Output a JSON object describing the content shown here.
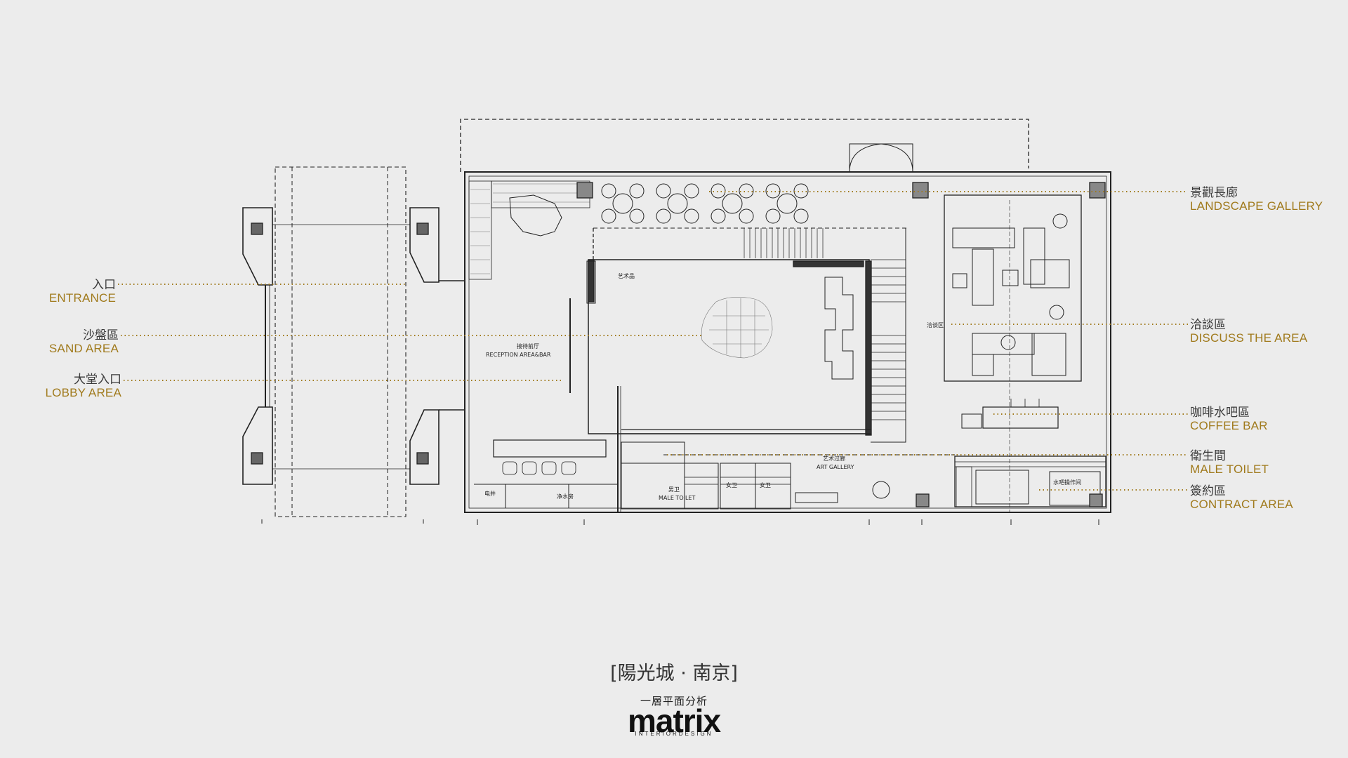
{
  "left_labels": [
    {
      "id": "entrance",
      "cn": "入口",
      "en": "ENTRANCE"
    },
    {
      "id": "sand",
      "cn": "沙盤區",
      "en": "SAND AREA"
    },
    {
      "id": "lobby",
      "cn": "大堂入口",
      "en": "LOBBY AREA"
    }
  ],
  "right_labels": [
    {
      "id": "landscape",
      "cn": "景觀長廊",
      "en": "LANDSCAPE GALLERY"
    },
    {
      "id": "discuss",
      "cn": "洽談區",
      "en": "DISCUSS THE AREA"
    },
    {
      "id": "coffee",
      "cn": "咖啡水吧區",
      "en": "COFFEE BAR"
    },
    {
      "id": "toilet",
      "cn": "衛生間",
      "en": "MALE TOILET"
    },
    {
      "id": "contract",
      "cn": "簽約區",
      "en": "CONTRACT AREA"
    }
  ],
  "rooms": {
    "reception_cn": "接待前厅",
    "reception_en": "RECEPTION AREA&BAR",
    "art_gallery_cn": "艺术过廊",
    "art_gallery_en": "ART GALLERY",
    "male_toilet_cn": "男卫",
    "male_toilet_en": "MALE TOILET",
    "female_toilet_1": "女卫",
    "female_toilet_2": "女卫",
    "discuss_cn": "洽谈区",
    "office": "水吧操作间",
    "electric": "电井",
    "water": "净水房",
    "art": "艺术品"
  },
  "footer": {
    "title": "[陽光城 · 南京]",
    "subtitle": "一層平面分析",
    "logo": "matrix",
    "logo_sub": "INTERIORDESIGN"
  },
  "colors": {
    "background": "#ececec",
    "accent_gold": "#a07a1c",
    "line": "#222222",
    "leader": "#a07a1c"
  }
}
